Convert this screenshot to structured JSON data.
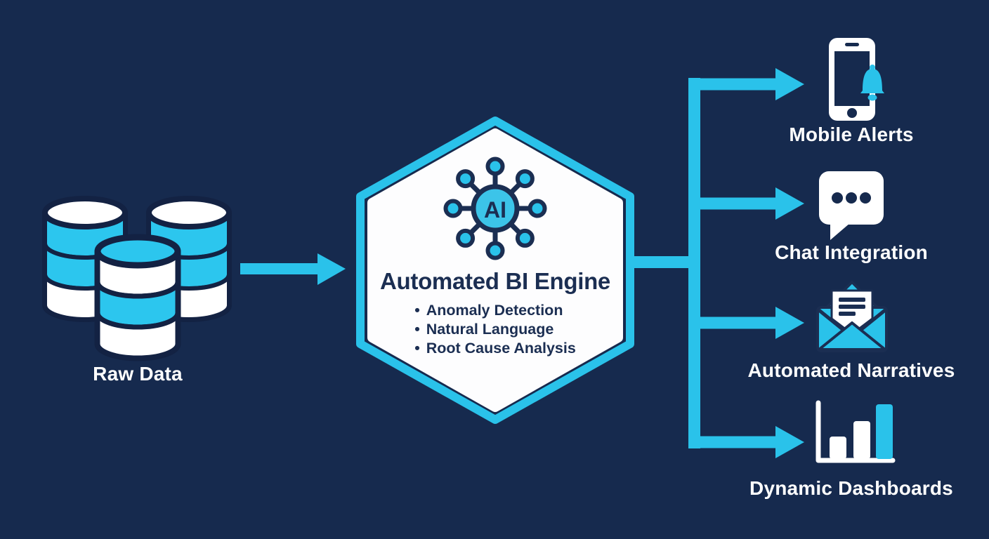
{
  "colors": {
    "background": "#162a4e",
    "accent_cyan": "#2ac2ea",
    "outline_navy": "#1b2e52",
    "white": "#ffffff"
  },
  "source": {
    "icon": "database-stack-icon",
    "label": "Raw Data"
  },
  "engine": {
    "icon": "ai-network-icon",
    "icon_label": "AI",
    "title": "Automated BI Engine",
    "bullet": "•",
    "features": [
      "Anomaly Detection",
      "Natural Language",
      "Root Cause Analysis"
    ]
  },
  "outputs": [
    {
      "icon": "mobile-alerts-icon",
      "label": "Mobile Alerts"
    },
    {
      "icon": "chat-integration-icon",
      "label": "Chat Integration"
    },
    {
      "icon": "automated-narratives-icon",
      "label": "Automated Narratives"
    },
    {
      "icon": "dynamic-dashboards-icon",
      "label": "Dynamic Dashboards"
    }
  ]
}
